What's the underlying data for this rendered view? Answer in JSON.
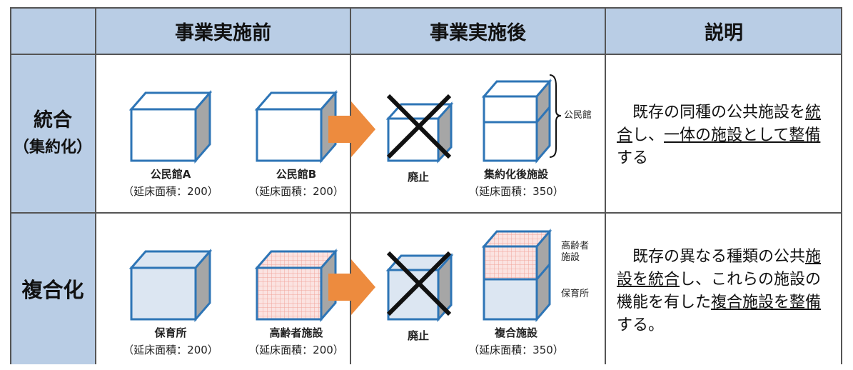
{
  "header": {
    "before": "事業実施前",
    "after": "事業実施後",
    "explanation": "説明"
  },
  "rows": [
    {
      "title": "統合",
      "subtitle": "（集約化）",
      "before_items": [
        {
          "name": "公民館A",
          "area": "（延床面積：200）"
        },
        {
          "name": "公民館B",
          "area": "（延床面積：200）"
        }
      ],
      "abolished": "廃止",
      "after_item": {
        "name": "集約化後施設",
        "area": "（延床面積：350）"
      },
      "bracket_label": "公民館",
      "desc": {
        "p1": "既存の同種の公共施設を",
        "p2": "統合",
        "p3": "し、",
        "p4": "一体の施設として",
        "p5": "整備",
        "p6": "する"
      }
    },
    {
      "title": "複合化",
      "before_items": [
        {
          "name": "保育所",
          "area": "（延床面積：200）"
        },
        {
          "name": "高齢者施設",
          "area": "（延床面積：200）"
        }
      ],
      "abolished": "廃止",
      "after_item": {
        "name": "複合施設",
        "area": "（延床面積：350）"
      },
      "upper_label_1": "高齢者",
      "upper_label_2": "施設",
      "lower_label": "保育所",
      "desc": {
        "p1": "既存の異なる種類の公共",
        "p2": "施設を統合",
        "p3": "し、これらの施設の機能を有した",
        "p4": "複合施設",
        "p5": "を整備",
        "p6": "する。"
      }
    }
  ],
  "colors": {
    "header_bg": "#b9cde5",
    "cube_edge": "#2e75b6",
    "cube_fill_light": "#dce6f2",
    "cube_side_gray": "#a6a6a6",
    "pink_grid": "#f4b6b0",
    "arrow": "#ed8b3e"
  },
  "icons": [
    "cube-icon",
    "cross-icon",
    "arrow-right-icon",
    "bracket-icon"
  ]
}
